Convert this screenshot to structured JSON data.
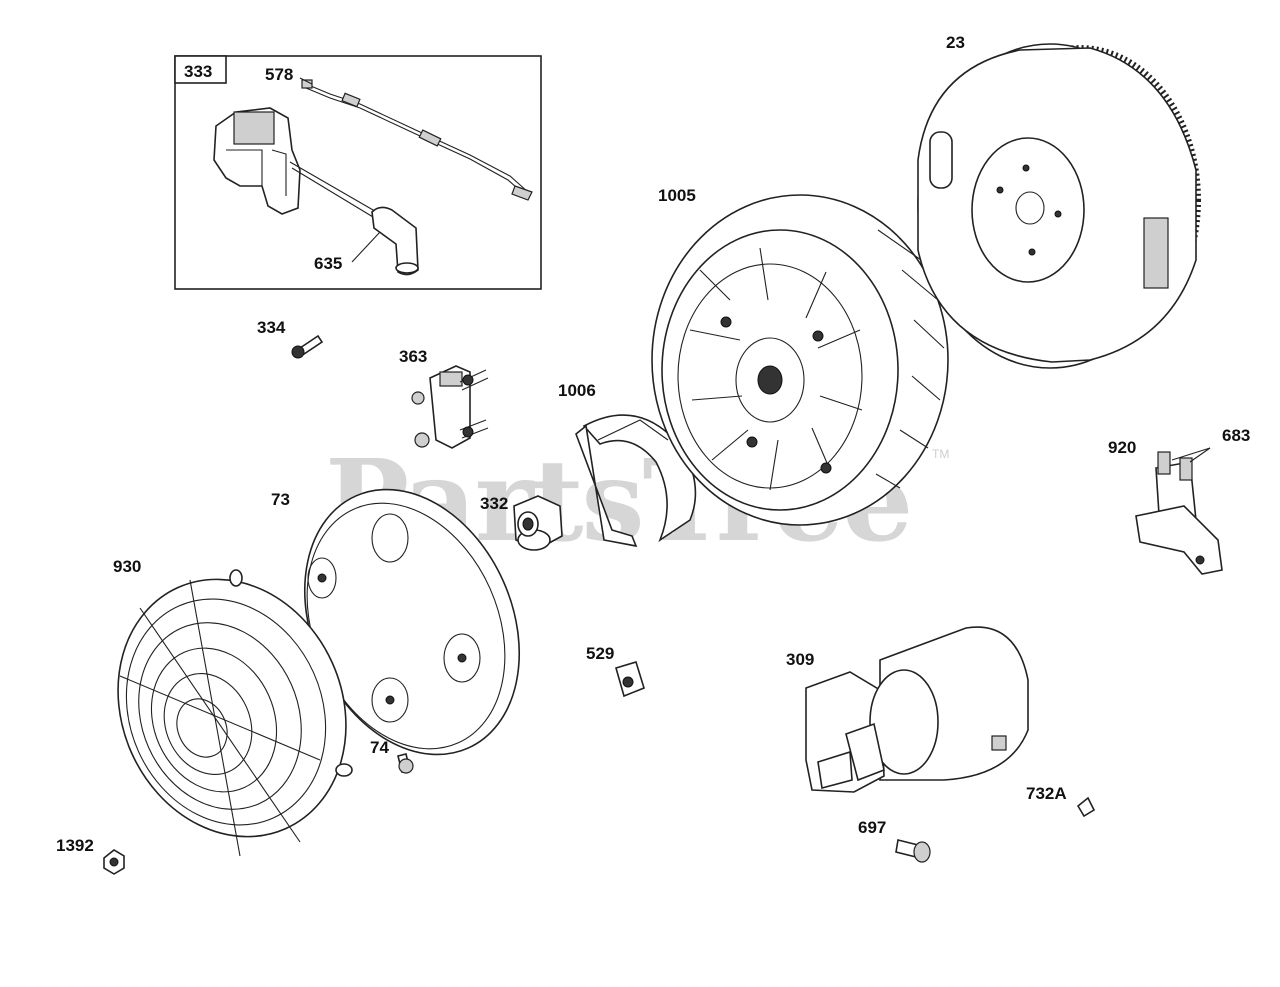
{
  "watermark": {
    "text": "PartsTree",
    "trademark": "TM"
  },
  "kit_box": {
    "label": "333"
  },
  "callouts": {
    "c23": "23",
    "c578": "578",
    "c635": "635",
    "c1005": "1005",
    "c334": "334",
    "c363": "363",
    "c1006": "1006",
    "c920": "920",
    "c683": "683",
    "c73": "73",
    "c332": "332",
    "c930": "930",
    "c529": "529",
    "c309": "309",
    "c74": "74",
    "c732a": "732A",
    "c697": "697",
    "c1392": "1392"
  }
}
